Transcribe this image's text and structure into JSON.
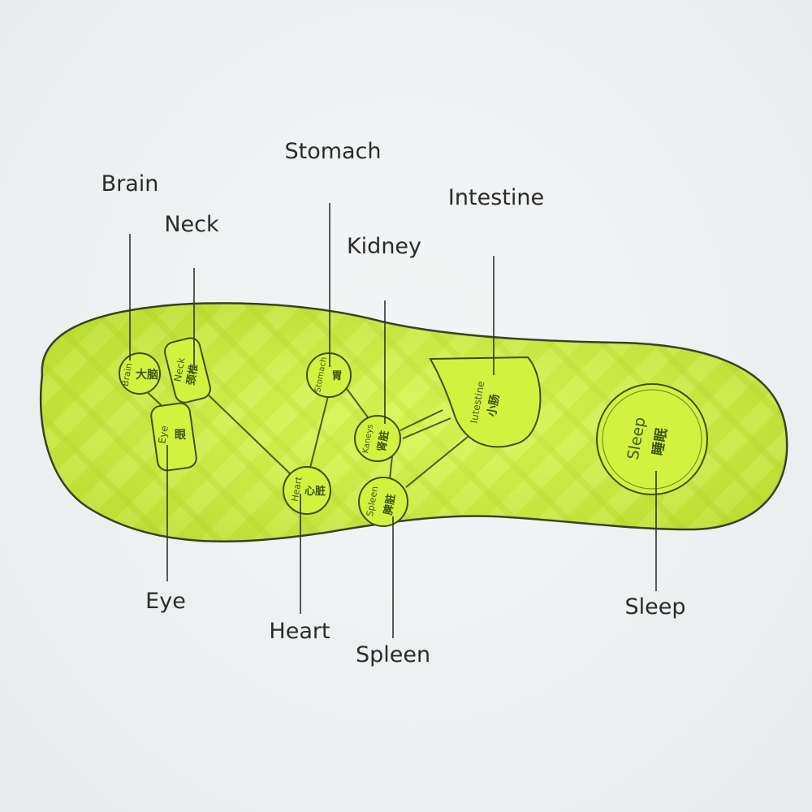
{
  "colors": {
    "background": "#eef1f2",
    "insole_fill": "#cdef3a",
    "insole_outline": "#2f3a22",
    "line": "#333333"
  },
  "callouts": {
    "brain": "Brain",
    "neck": "Neck",
    "stomach": "Stomach",
    "intestine": "Intestine",
    "kidney": "Kidney",
    "eye": "Eye",
    "heart": "Heart",
    "spleen": "Spleen",
    "sleep": "Sleep"
  },
  "zones": {
    "brain": {
      "en": "Brain",
      "cn": "大脑"
    },
    "neck": {
      "en": "Neck",
      "cn": "颈椎"
    },
    "eye": {
      "en": "Eye",
      "cn": "眼"
    },
    "stomach": {
      "en": "Stomach",
      "cn": "胃"
    },
    "heart": {
      "en": "Heart",
      "cn": "心脏"
    },
    "kidney": {
      "en": "Kaneys",
      "cn": "肾脏"
    },
    "spleen": {
      "en": "Spleen",
      "cn": "脾脏"
    },
    "intestine": {
      "en": "Iutestine",
      "cn": "小肠"
    },
    "sleep": {
      "en": "Sleep",
      "cn": "睡眠"
    }
  }
}
